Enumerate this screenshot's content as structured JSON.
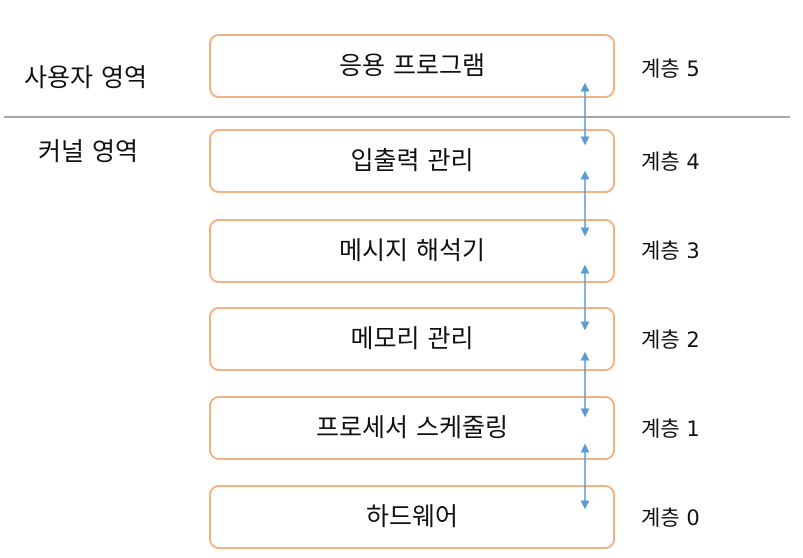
{
  "zones": {
    "user": "사용자 영역",
    "kernel": "커널 영역"
  },
  "layers": [
    {
      "name": "응용 프로그램",
      "level": "계층 5"
    },
    {
      "name": "입출력 관리",
      "level": "계층 4"
    },
    {
      "name": "메시지 해석기",
      "level": "계층 3"
    },
    {
      "name": "메모리 관리",
      "level": "계층 2"
    },
    {
      "name": "프로세서 스케줄링",
      "level": "계층 1"
    },
    {
      "name": "하드웨어",
      "level": "계층 0"
    }
  ],
  "colors": {
    "box_border": "#f4b183",
    "arrow": "#5b9bd5",
    "divider": "#a6a6a6"
  }
}
